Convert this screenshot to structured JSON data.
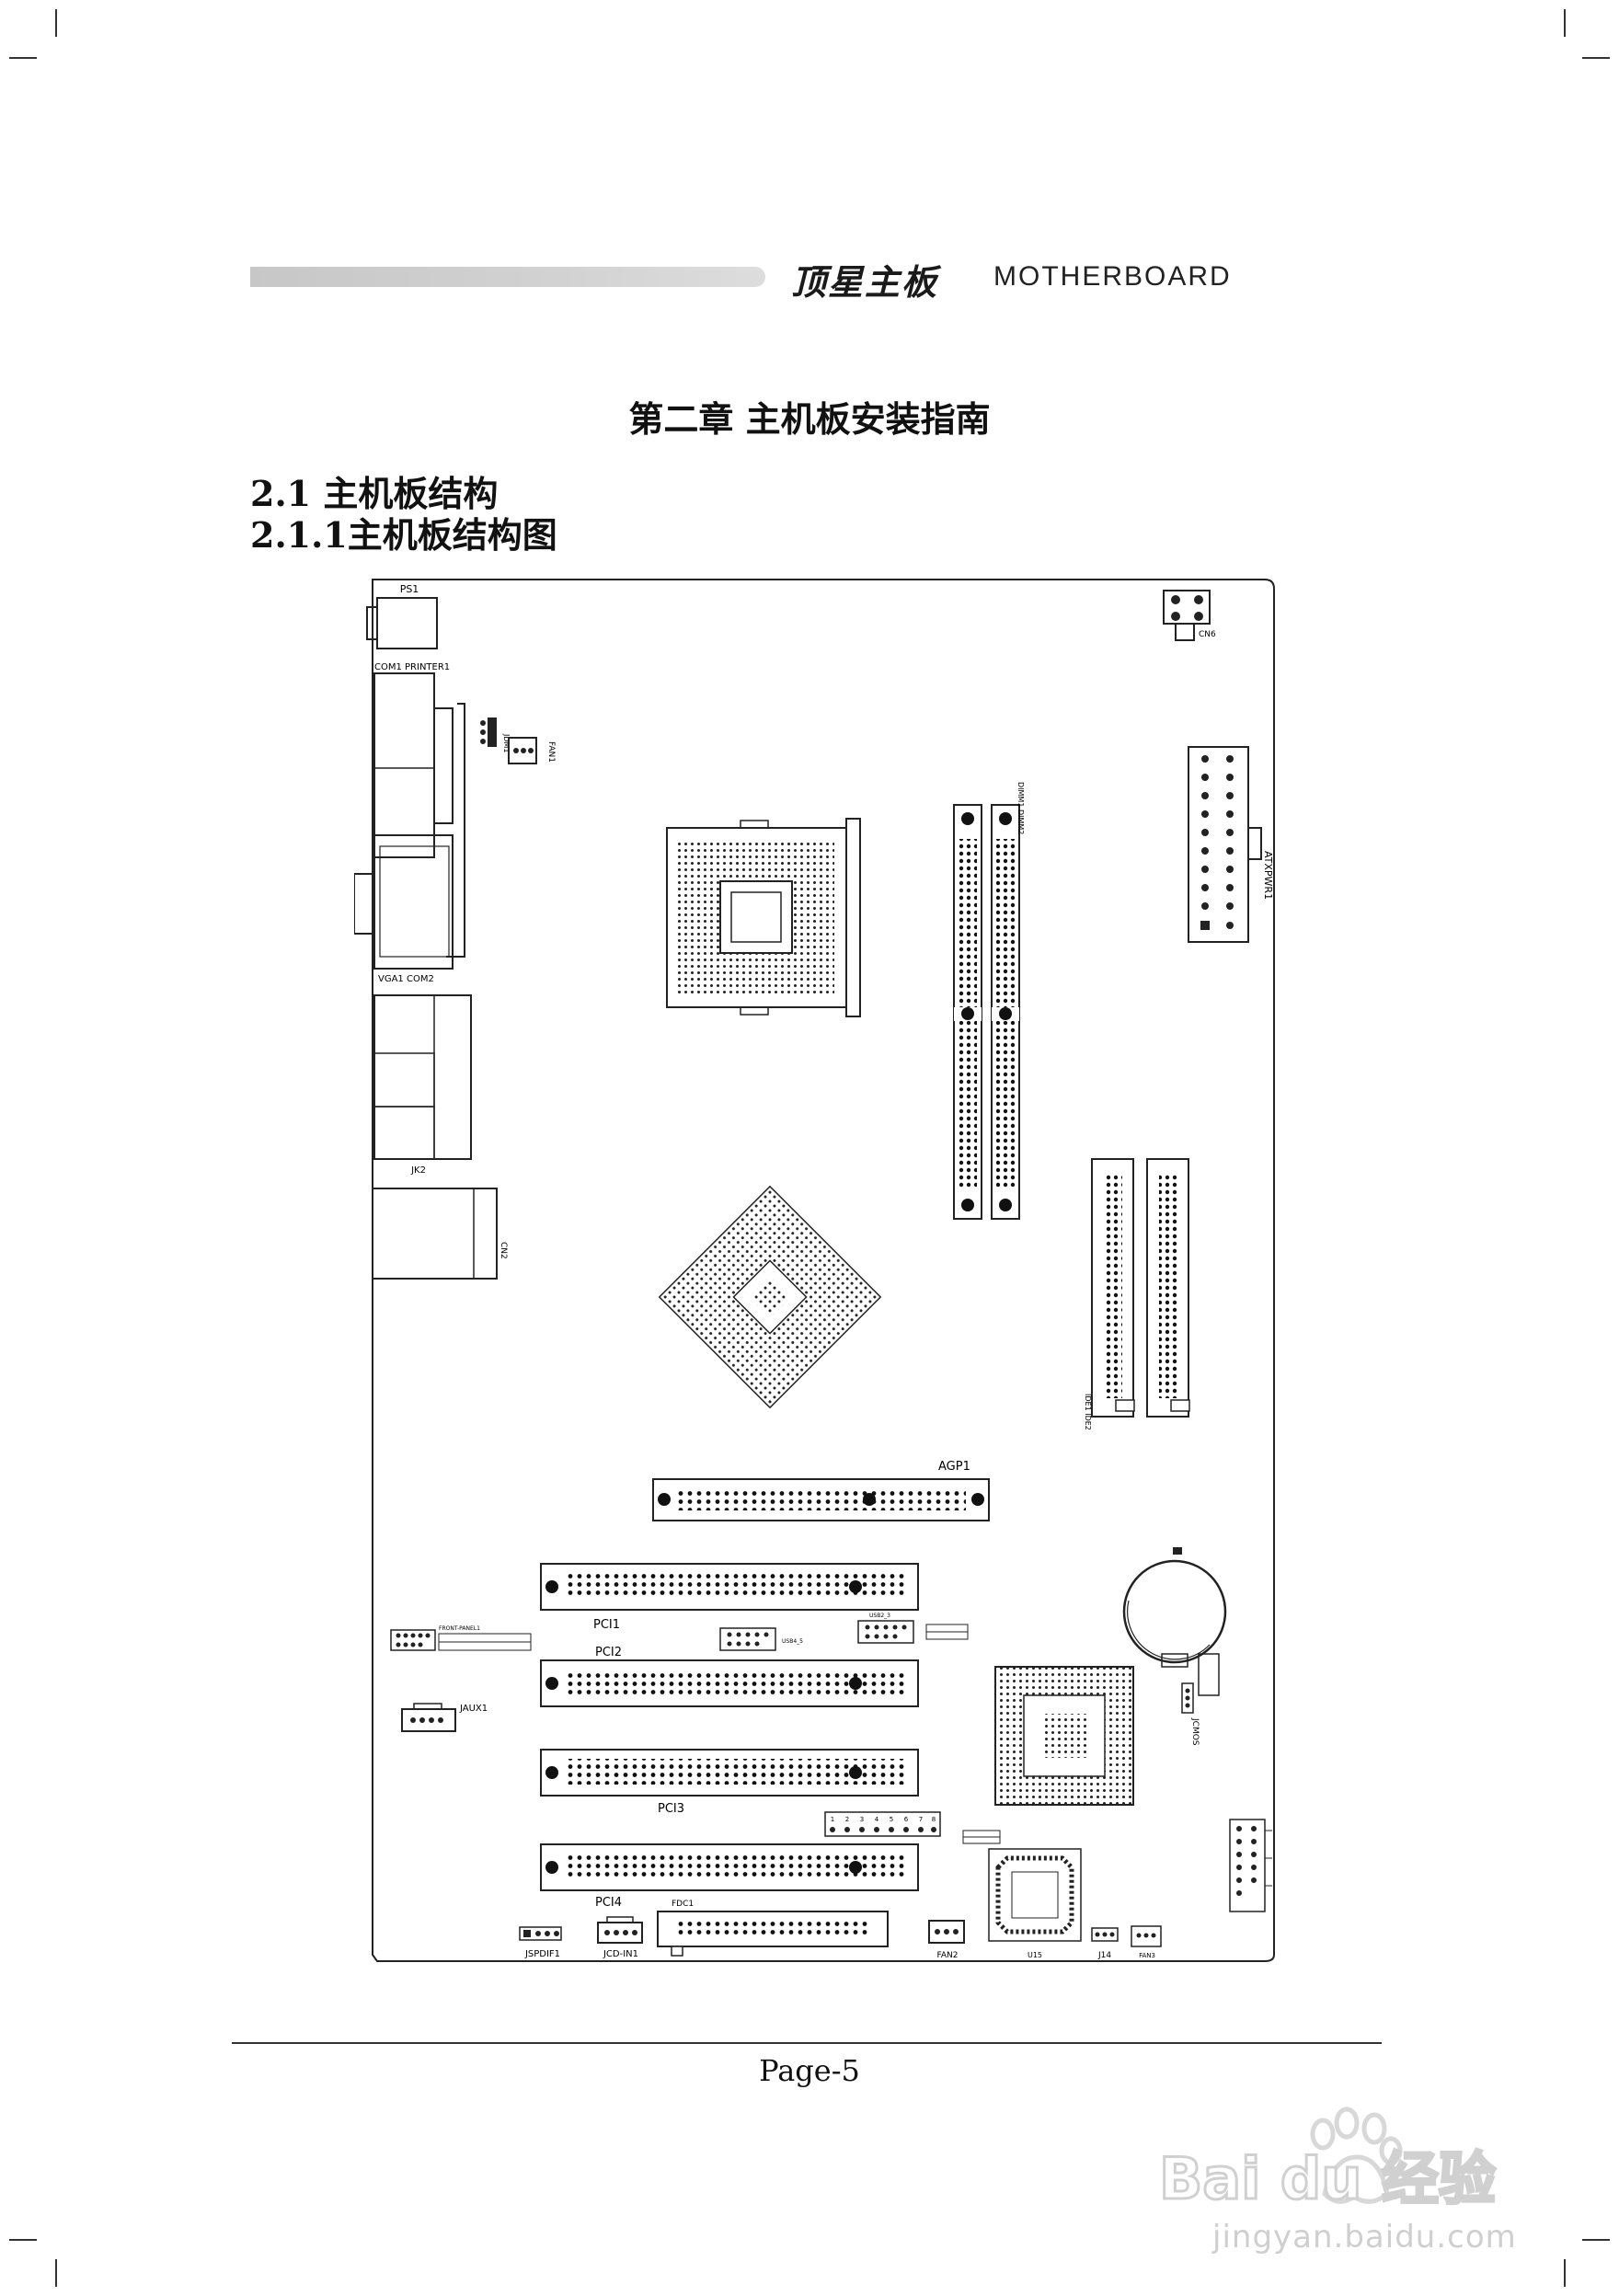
{
  "header": {
    "brand_cn": "顶星主板",
    "brand_en": "MOTHERBOARD"
  },
  "chapter_title": "第二章 主机板安装指南",
  "section": {
    "s1": "2.1  主机板结构",
    "s2": "2.1.1主机板结构图"
  },
  "board_labels": {
    "ps1": "PS1",
    "com1_printer1": "COM1  PRINTER1",
    "fan1": "FAN1",
    "jdm": "JDM1",
    "vga_com2": "VGA1 COM2",
    "jk2": "JK2",
    "cn2": "CN2",
    "cn6": "CN6",
    "atxpwr1": "ATXPWR1",
    "dimm": "DIMM1 DIMM2",
    "ide": "IDE1 IDE2",
    "agp1": "AGP1",
    "pci1": "PCI1",
    "pci2": "PCI2",
    "pci3": "PCI3",
    "pci4": "PCI4",
    "jaux1": "JAUX1",
    "jcmos": "JCMOS",
    "front_panel": "FRONT-PANEL1",
    "usb_j": "USB4_5",
    "usb_k": "USB2_3",
    "fdc1": "FDC1",
    "jspdif1": "JSPDIF1",
    "jcd_in1": "JCD-IN1",
    "fan2": "FAN2",
    "u15": "U15",
    "j14": "J14",
    "fan3": "FAN3",
    "pin_numbers": [
      "1",
      "2",
      "3",
      "4",
      "5",
      "6",
      "7",
      "8"
    ]
  },
  "footer": {
    "page": "Page-5"
  },
  "watermark": {
    "logo_text": "Bai du 经验",
    "url": "jingyan.baidu.com"
  }
}
